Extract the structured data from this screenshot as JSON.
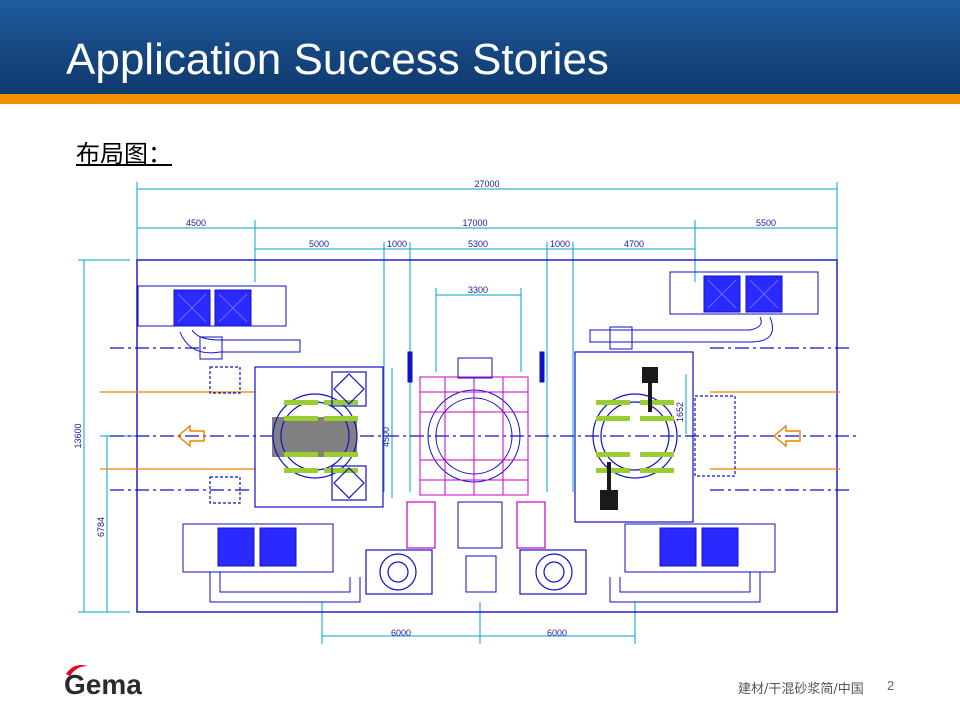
{
  "slide": {
    "title": "Application Success Stories",
    "subtitle": "布局图：",
    "footer_note": "建材/干混砂浆简/中国",
    "page_number": "2",
    "logo_text": "Gema"
  },
  "dimensions": {
    "total": "27000",
    "left_section": "4500",
    "middle_section": "17000",
    "right_section": "5500",
    "sub_1": "5000",
    "sub_2": "1000",
    "sub_3": "5300",
    "sub_4": "1000",
    "sub_5": "4700",
    "inner": "3300",
    "height_total": "13600",
    "height_lower": "6784",
    "booth_height": "4500",
    "right_inner": "1652",
    "bottom_left": "6000",
    "bottom_right": "6000"
  },
  "colors": {
    "header_blue": "#15457e",
    "accent_orange": "#f39200",
    "drawing_blue": "#1010c8",
    "drawing_magenta": "#c800c8",
    "drawing_orange": "#f08000",
    "drawing_cyan": "#00a0d0",
    "drawing_green": "#9acd32",
    "logo_red": "#e2001a"
  }
}
